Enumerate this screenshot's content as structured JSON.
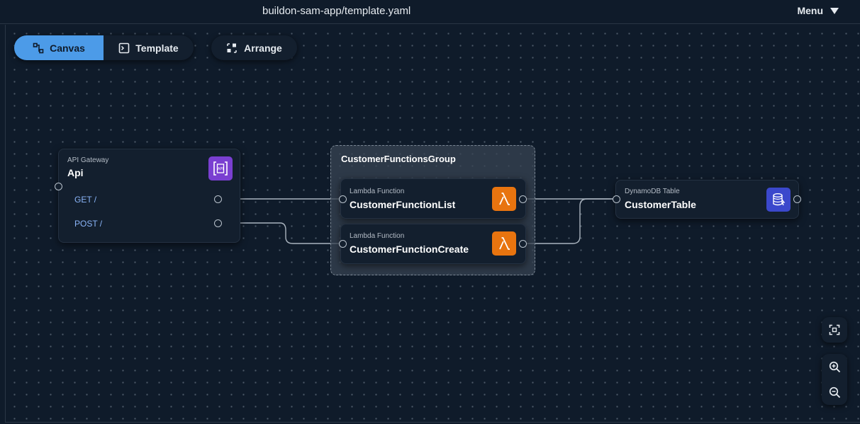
{
  "header": {
    "file_title": "buildon-sam-app/template.yaml",
    "menu_label": "Menu"
  },
  "toolbar": {
    "canvas_label": "Canvas",
    "template_label": "Template",
    "arrange_label": "Arrange"
  },
  "api_card": {
    "type": "API Gateway",
    "name": "Api",
    "routes": [
      "GET /",
      "POST /"
    ],
    "icon": "api-gateway-icon",
    "icon_color": "#7a3fd1"
  },
  "group": {
    "title": "CustomerFunctionsGroup"
  },
  "list_function": {
    "type": "Lambda Function",
    "name": "CustomerFunctionList",
    "icon": "lambda-icon",
    "icon_color": "#e8740f"
  },
  "create_function": {
    "type": "Lambda Function",
    "name": "CustomerFunctionCreate",
    "icon": "lambda-icon",
    "icon_color": "#e8740f"
  },
  "table_card": {
    "type": "DynamoDB Table",
    "name": "CustomerTable",
    "icon": "dynamodb-icon",
    "icon_color": "#3b48cc"
  },
  "controls": {
    "fit_icon": "fit-view-icon",
    "zoom_in_icon": "zoom-in-icon",
    "zoom_out_icon": "zoom-out-icon"
  }
}
